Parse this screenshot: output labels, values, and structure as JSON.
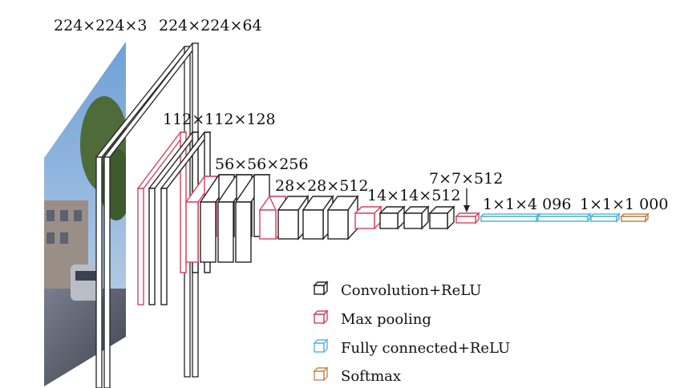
{
  "dimension_labels": {
    "input": "224×224×3",
    "conv1": "224×224×64",
    "conv2": "112×112×128",
    "conv3": "56×56×256",
    "conv4": "28×28×512",
    "conv5": "14×14×512",
    "pool5": "7×7×512",
    "fc": "1×1×4 096",
    "softmax": "1×1×1 000"
  },
  "legend": [
    {
      "label": "Convolution+ReLU",
      "color": "#222222",
      "icon": "convolution-cube-icon"
    },
    {
      "label": "Max pooling",
      "color": "#d9415a",
      "icon": "max-pooling-cube-icon"
    },
    {
      "label": "Fully connected+ReLU",
      "color": "#59b7dd",
      "icon": "fully-connected-cube-icon"
    },
    {
      "label": "Softmax",
      "color": "#c08a50",
      "icon": "softmax-cube-icon"
    }
  ],
  "colors": {
    "conv": "#222222",
    "pool": "#d9415a",
    "fc": "#59b7dd",
    "softmax": "#c08a50"
  }
}
